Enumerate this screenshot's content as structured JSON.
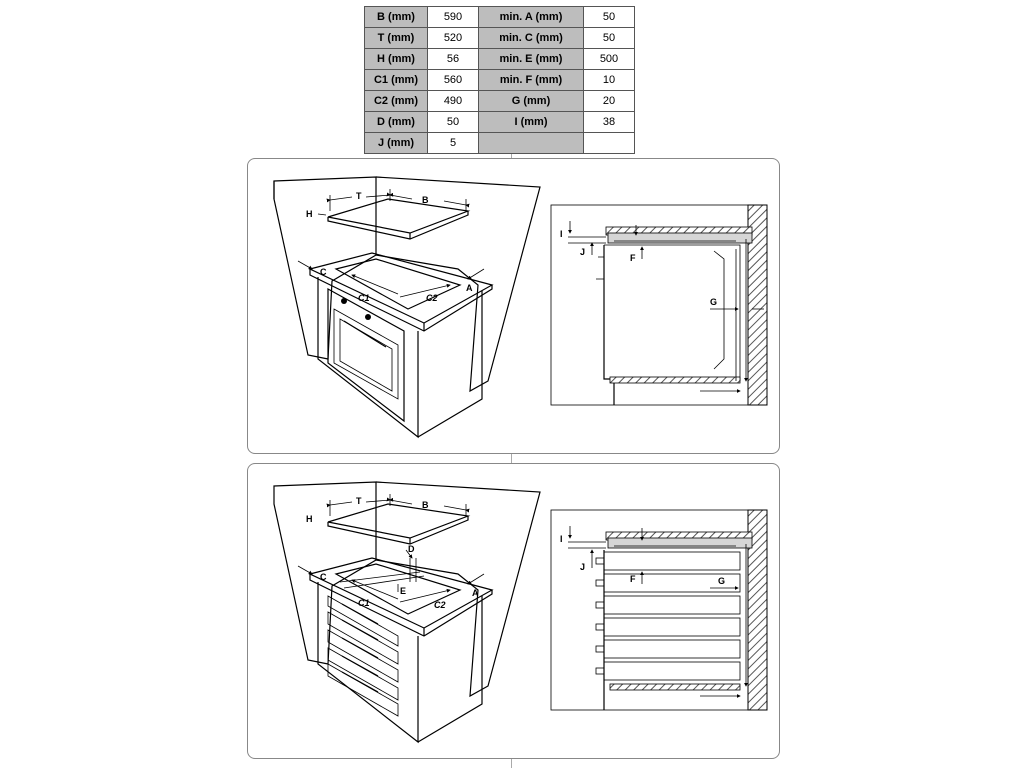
{
  "table": {
    "rows": [
      [
        {
          "text": "B (mm)",
          "kind": "lab"
        },
        {
          "text": "590",
          "kind": "val"
        },
        {
          "text": "min. A (mm)",
          "kind": "lab"
        },
        {
          "text": "50",
          "kind": "val"
        }
      ],
      [
        {
          "text": "T (mm)",
          "kind": "lab"
        },
        {
          "text": "520",
          "kind": "val"
        },
        {
          "text": "min. C (mm)",
          "kind": "lab"
        },
        {
          "text": "50",
          "kind": "val"
        }
      ],
      [
        {
          "text": "H (mm)",
          "kind": "lab"
        },
        {
          "text": "56",
          "kind": "val"
        },
        {
          "text": "min. E (mm)",
          "kind": "lab"
        },
        {
          "text": "500",
          "kind": "val"
        }
      ],
      [
        {
          "text": "C1 (mm)",
          "kind": "lab"
        },
        {
          "text": "560",
          "kind": "val"
        },
        {
          "text": "min. F (mm)",
          "kind": "lab"
        },
        {
          "text": "10",
          "kind": "val"
        }
      ],
      [
        {
          "text": "C2 (mm)",
          "kind": "lab"
        },
        {
          "text": "490",
          "kind": "val"
        },
        {
          "text": "G (mm)",
          "kind": "lab"
        },
        {
          "text": "20",
          "kind": "val"
        }
      ],
      [
        {
          "text": "D (mm)",
          "kind": "lab"
        },
        {
          "text": "50",
          "kind": "val"
        },
        {
          "text": "I (mm)",
          "kind": "lab"
        },
        {
          "text": "38",
          "kind": "val"
        }
      ],
      [
        {
          "text": "J (mm)",
          "kind": "lab"
        },
        {
          "text": "5",
          "kind": "val"
        },
        {
          "text": "",
          "kind": "lab"
        },
        {
          "text": "",
          "kind": "val"
        }
      ]
    ]
  },
  "labels": {
    "T": "T",
    "B": "B",
    "H": "H",
    "C": "C",
    "A": "A",
    "C1": "C1",
    "C2": "C2",
    "D": "D",
    "E": "E",
    "I": "I",
    "J": "J",
    "F": "F",
    "G": "G"
  },
  "colors": {
    "header_cell": "#bdbdbd",
    "hatch": "#555555",
    "worktop": "#d6d6d6"
  }
}
